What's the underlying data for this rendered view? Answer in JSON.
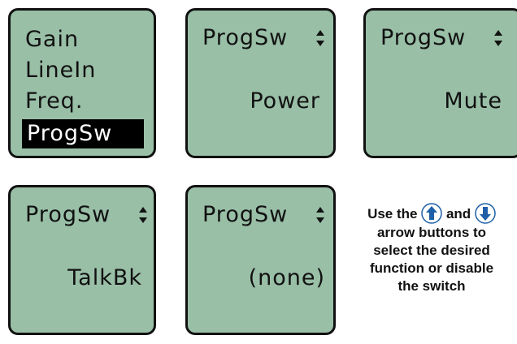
{
  "menu_screen": {
    "items": [
      "Gain",
      "LineIn",
      "Freq.",
      "ProgSw"
    ],
    "selected_index": 3
  },
  "screens": [
    {
      "title": "ProgSw",
      "value": "Power"
    },
    {
      "title": "ProgSw",
      "value": "Mute"
    },
    {
      "title": "ProgSw",
      "value": "TalkBk"
    },
    {
      "title": "ProgSw",
      "value": "(none)"
    }
  ],
  "instructions": {
    "prefix": "Use the",
    "and": "and",
    "line2": "arrow buttons to",
    "line3": "select the desired",
    "line4": "function or disable",
    "line5": "the switch"
  },
  "icons": {
    "up_button": "up-arrow-button-icon",
    "down_button": "down-arrow-button-icon",
    "updown_indicator": "up-down-arrows-icon"
  },
  "colors": {
    "lcd_background": "#99bfa7",
    "button_fill": "#1e5fa8"
  }
}
